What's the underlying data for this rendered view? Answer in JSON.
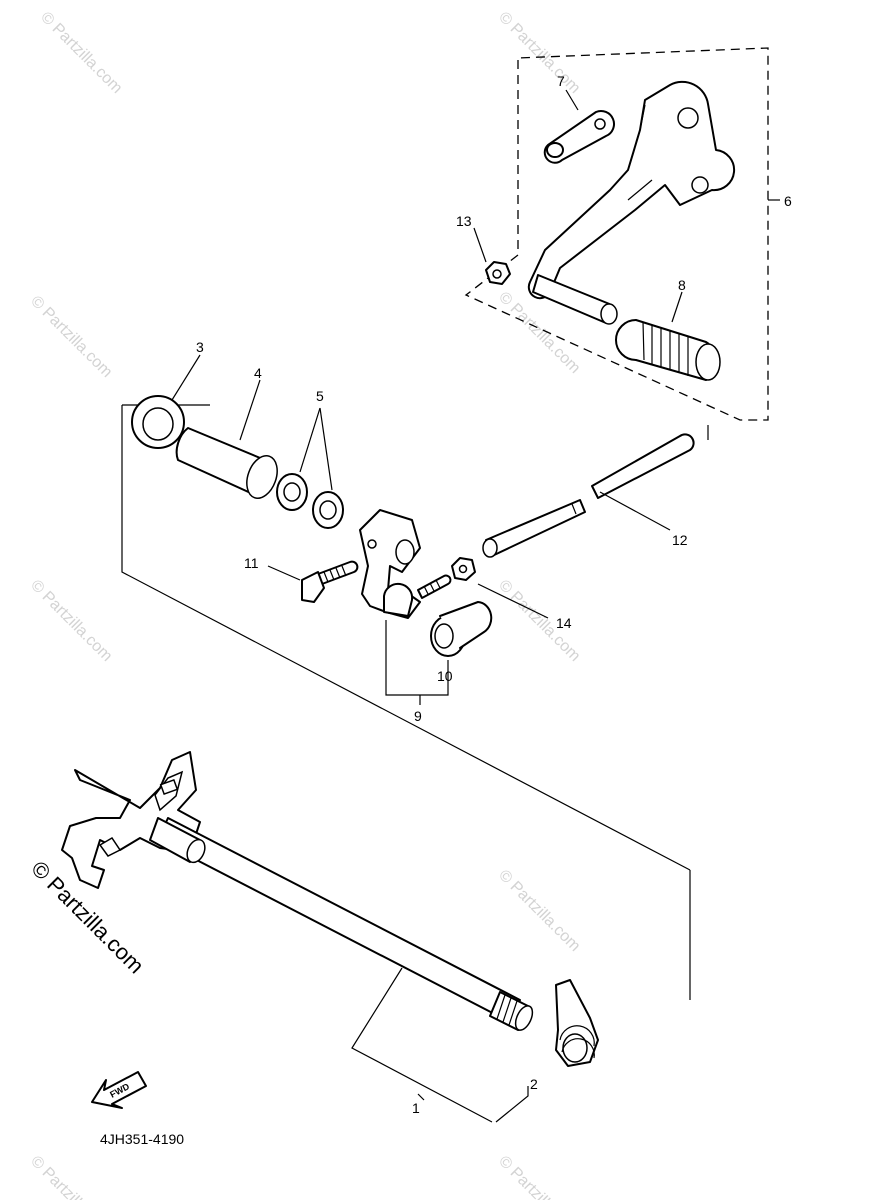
{
  "diagram": {
    "callouts": [
      "1",
      "2",
      "3",
      "4",
      "5",
      "6",
      "7",
      "8",
      "9",
      "10",
      "11",
      "12",
      "13",
      "14"
    ],
    "diagram_code": "4JH351-4190",
    "fwd_label": "FWD",
    "watermark_text": "© Partzilla.com",
    "corner_watermark_text": "© Partzilla.com"
  }
}
